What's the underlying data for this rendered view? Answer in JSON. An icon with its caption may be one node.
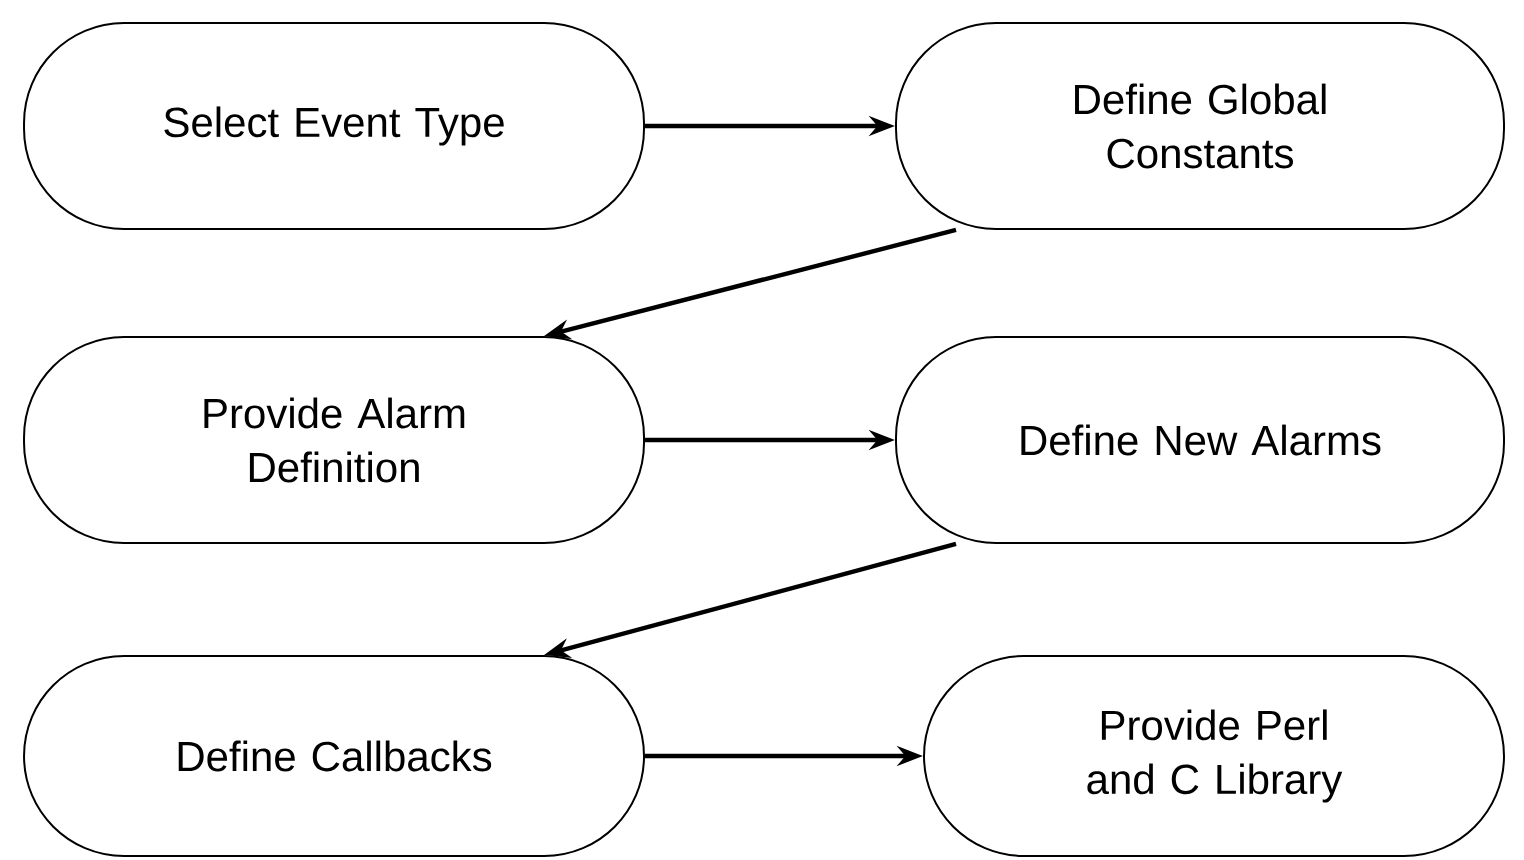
{
  "diagram": {
    "nodes": [
      {
        "text": [
          "Select Event Type"
        ]
      },
      {
        "text": [
          "Define Global Constants"
        ]
      },
      {
        "text": [
          "Provide Alarm Definition"
        ]
      },
      {
        "text": [
          "Define New Alarms"
        ]
      },
      {
        "text": [
          "Define Callbacks"
        ]
      },
      {
        "text": [
          "Provide Perl and C Library"
        ]
      }
    ],
    "edges": [
      {
        "from": 0,
        "to": 1,
        "arrow": "to"
      },
      {
        "from": 1,
        "to": 2,
        "arrow": "to"
      },
      {
        "from": 2,
        "to": 3,
        "arrow": "to"
      },
      {
        "from": 3,
        "to": 4,
        "arrow": "to"
      },
      {
        "from": 4,
        "to": 5,
        "arrow": "to"
      }
    ]
  }
}
